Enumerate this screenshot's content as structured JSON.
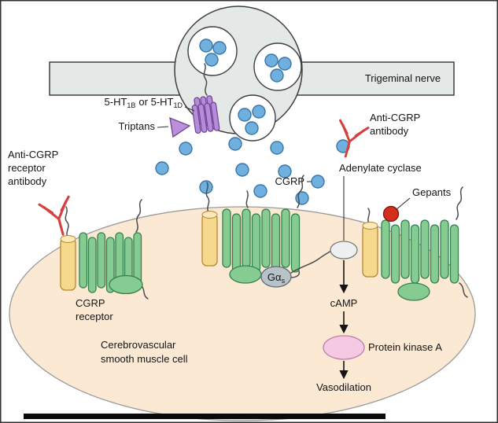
{
  "diagram": {
    "trigeminal_nerve": "Trigeminal nerve",
    "receptor_5ht": {
      "pre": "5-HT",
      "sub1": "1B",
      "mid": "or 5-HT",
      "sub2": "1D"
    },
    "triptans": "Triptans",
    "anti_cgrp_antibody": {
      "line1": "Anti-CGRP",
      "line2": "antibody"
    },
    "anti_cgrp_receptor_antibody": {
      "line1": "Anti-CGRP",
      "line2": "receptor",
      "line3": "antibody"
    },
    "cgrp": "CGRP",
    "adenylate_cyclase": "Adenylate cyclase",
    "gepants": "Gepants",
    "g_protein": {
      "main": "Gα",
      "sub": "s"
    },
    "camp": "cAMP",
    "protein_kinase_a": "Protein kinase A",
    "vasodilation": "Vasodilation",
    "cgrp_receptor": {
      "line1": "CGRP",
      "line2": "receptor"
    },
    "cell": {
      "line1": "Cerebrovascular",
      "line2": "smooth muscle cell"
    }
  },
  "colors": {
    "nerve_fill": "#e4e8e6",
    "outline": "#3f3f3f",
    "cell_fill": "#fbe9d4",
    "cell_stroke": "#9b9b9b",
    "cgrp_fill": "#6fb0de",
    "cgrp_stroke": "#3a76a8",
    "helix_fill": "#85cb92",
    "helix_stroke": "#33804d",
    "ramp_fill": "#f7d98d",
    "ramp_stroke": "#b8862e",
    "purple_fill": "#b68bd8",
    "purple_stroke": "#6d4295",
    "triptan_fill": "#bb8fd9",
    "antibody_red": "#d84040",
    "gepant_fill": "#d22d1d",
    "gepant_stroke": "#7d130c",
    "ac_fill": "#edf1f2",
    "ac_stroke": "#7a7a7a",
    "galpha_fill": "#b7c3c9",
    "galpha_stroke": "#5d6d75",
    "pka_fill": "#f5c9e3",
    "pka_stroke": "#bb7fa8"
  }
}
